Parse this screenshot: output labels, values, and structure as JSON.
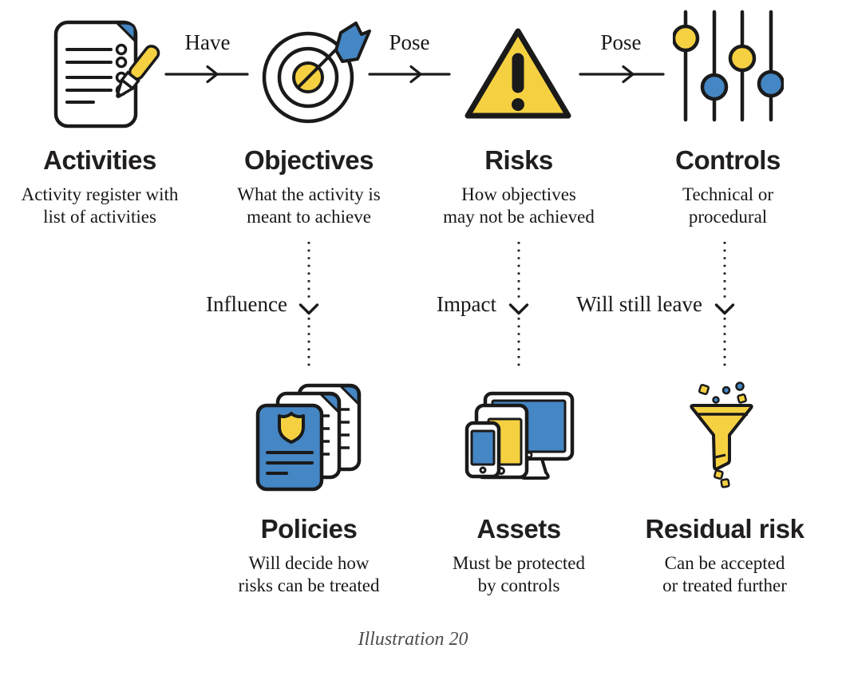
{
  "palette": {
    "yellow": "#F5D142",
    "blue": "#4586C4",
    "ink": "#1A1A1A",
    "caption_gray": "#4D4D4D"
  },
  "top_row": [
    {
      "title": "Activities",
      "desc_line1": "Activity register with",
      "desc_line2": "list of activities",
      "icon": "document-pencil-icon"
    },
    {
      "title": "Objectives",
      "desc_line1": "What the activity is",
      "desc_line2": "meant to achieve",
      "icon": "target-arrow-icon"
    },
    {
      "title": "Risks",
      "desc_line1": "How objectives",
      "desc_line2": "may not be achieved",
      "icon": "warning-triangle-icon"
    },
    {
      "title": "Controls",
      "desc_line1": "Technical or",
      "desc_line2": "procedural",
      "icon": "sliders-icon"
    }
  ],
  "flow_arrows": [
    {
      "label": "Have"
    },
    {
      "label": "Pose"
    },
    {
      "label": "Pose"
    }
  ],
  "influence_arrows": [
    {
      "label": "Influence"
    },
    {
      "label": "Impact"
    },
    {
      "label": "Will still leave"
    }
  ],
  "bottom_row": [
    {
      "title": "Policies",
      "desc_line1": "Will decide how",
      "desc_line2": "risks can be treated",
      "icon": "policy-documents-icon"
    },
    {
      "title": "Assets",
      "desc_line1": "Must be protected",
      "desc_line2": "by controls",
      "icon": "devices-icon"
    },
    {
      "title": "Residual risk",
      "desc_line1": "Can be accepted",
      "desc_line2": "or treated further",
      "icon": "funnel-icon"
    }
  ],
  "caption": "Illustration 20"
}
